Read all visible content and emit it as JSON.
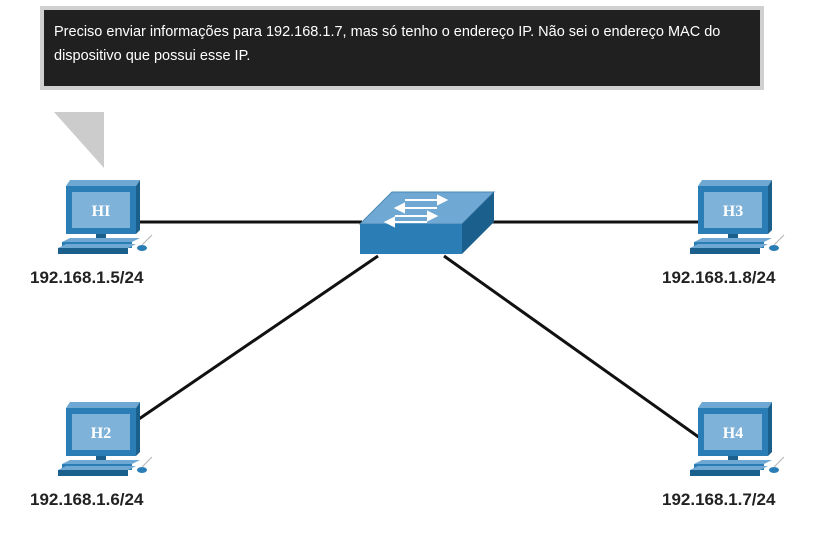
{
  "callout": {
    "text": "Preciso enviar informações para 192.168.1.7, mas só tenho o endereço IP. Não sei o endereço MAC do dispositivo que possui esse IP."
  },
  "hosts": [
    {
      "name": "HI",
      "ip": "192.168.1.5/24"
    },
    {
      "name": "H2",
      "ip": "192.168.1.6/24"
    },
    {
      "name": "H3",
      "ip": "192.168.1.8/24"
    },
    {
      "name": "H4",
      "ip": "192.168.1.7/24"
    }
  ],
  "colors": {
    "device_blue": "#2a7db5",
    "device_dark": "#1b5f8c",
    "screen": "#7fb2d9",
    "link": "#111111",
    "callout_bg": "#202020",
    "callout_border": "#d0d0d0"
  }
}
